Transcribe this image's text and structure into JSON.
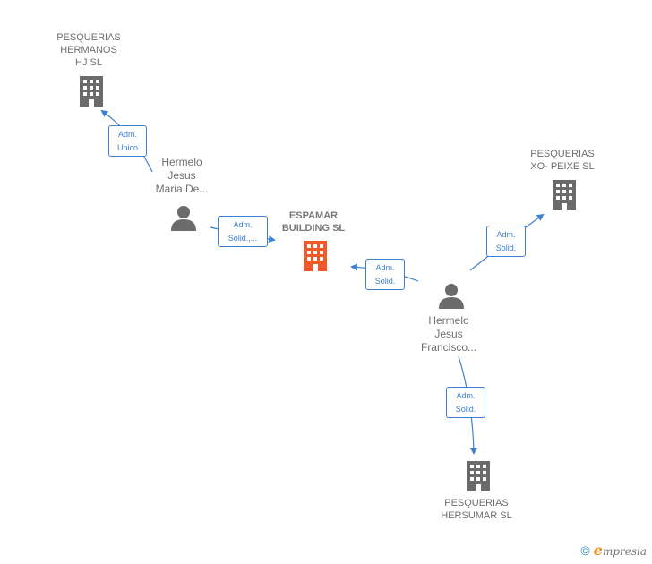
{
  "colors": {
    "edge": "#3d7fd1",
    "company_icon": "#6b6b6b",
    "center_icon": "#f05a28",
    "person_icon": "#6b6b6b",
    "label_text": "#6e6e6e"
  },
  "nodes": {
    "center": {
      "label": "ESPAMAR\nBUILDING  SL",
      "icon": "building-icon"
    },
    "pesquerias_hermanos": {
      "label": "PESQUERIAS\nHERMANOS\nHJ  SL",
      "icon": "building-icon"
    },
    "pesquerias_xo_peixe": {
      "label": "PESQUERIAS\nXO- PEIXE SL",
      "icon": "building-icon"
    },
    "pesquerias_hersumar": {
      "label": "PESQUERIAS\nHERSUMAR SL",
      "icon": "building-icon"
    },
    "hermelo_maria": {
      "label": "Hermelo\nJesus\nMaria De...",
      "icon": "person-icon"
    },
    "hermelo_francisco": {
      "label": "Hermelo\nJesus\nFrancisco...",
      "icon": "person-icon"
    }
  },
  "edges": {
    "maria_to_hermanos": {
      "label": "Adm.\nUnico"
    },
    "maria_to_center": {
      "label": "Adm.\nSolid.,..."
    },
    "francisco_to_center": {
      "label": "Adm.\nSolid."
    },
    "francisco_to_xo": {
      "label": "Adm.\nSolid."
    },
    "francisco_to_hersumar": {
      "label": "Adm.\nSolid."
    }
  },
  "footer": {
    "copyright": "©",
    "brand_initial": "e",
    "brand_rest": "mpresia"
  }
}
